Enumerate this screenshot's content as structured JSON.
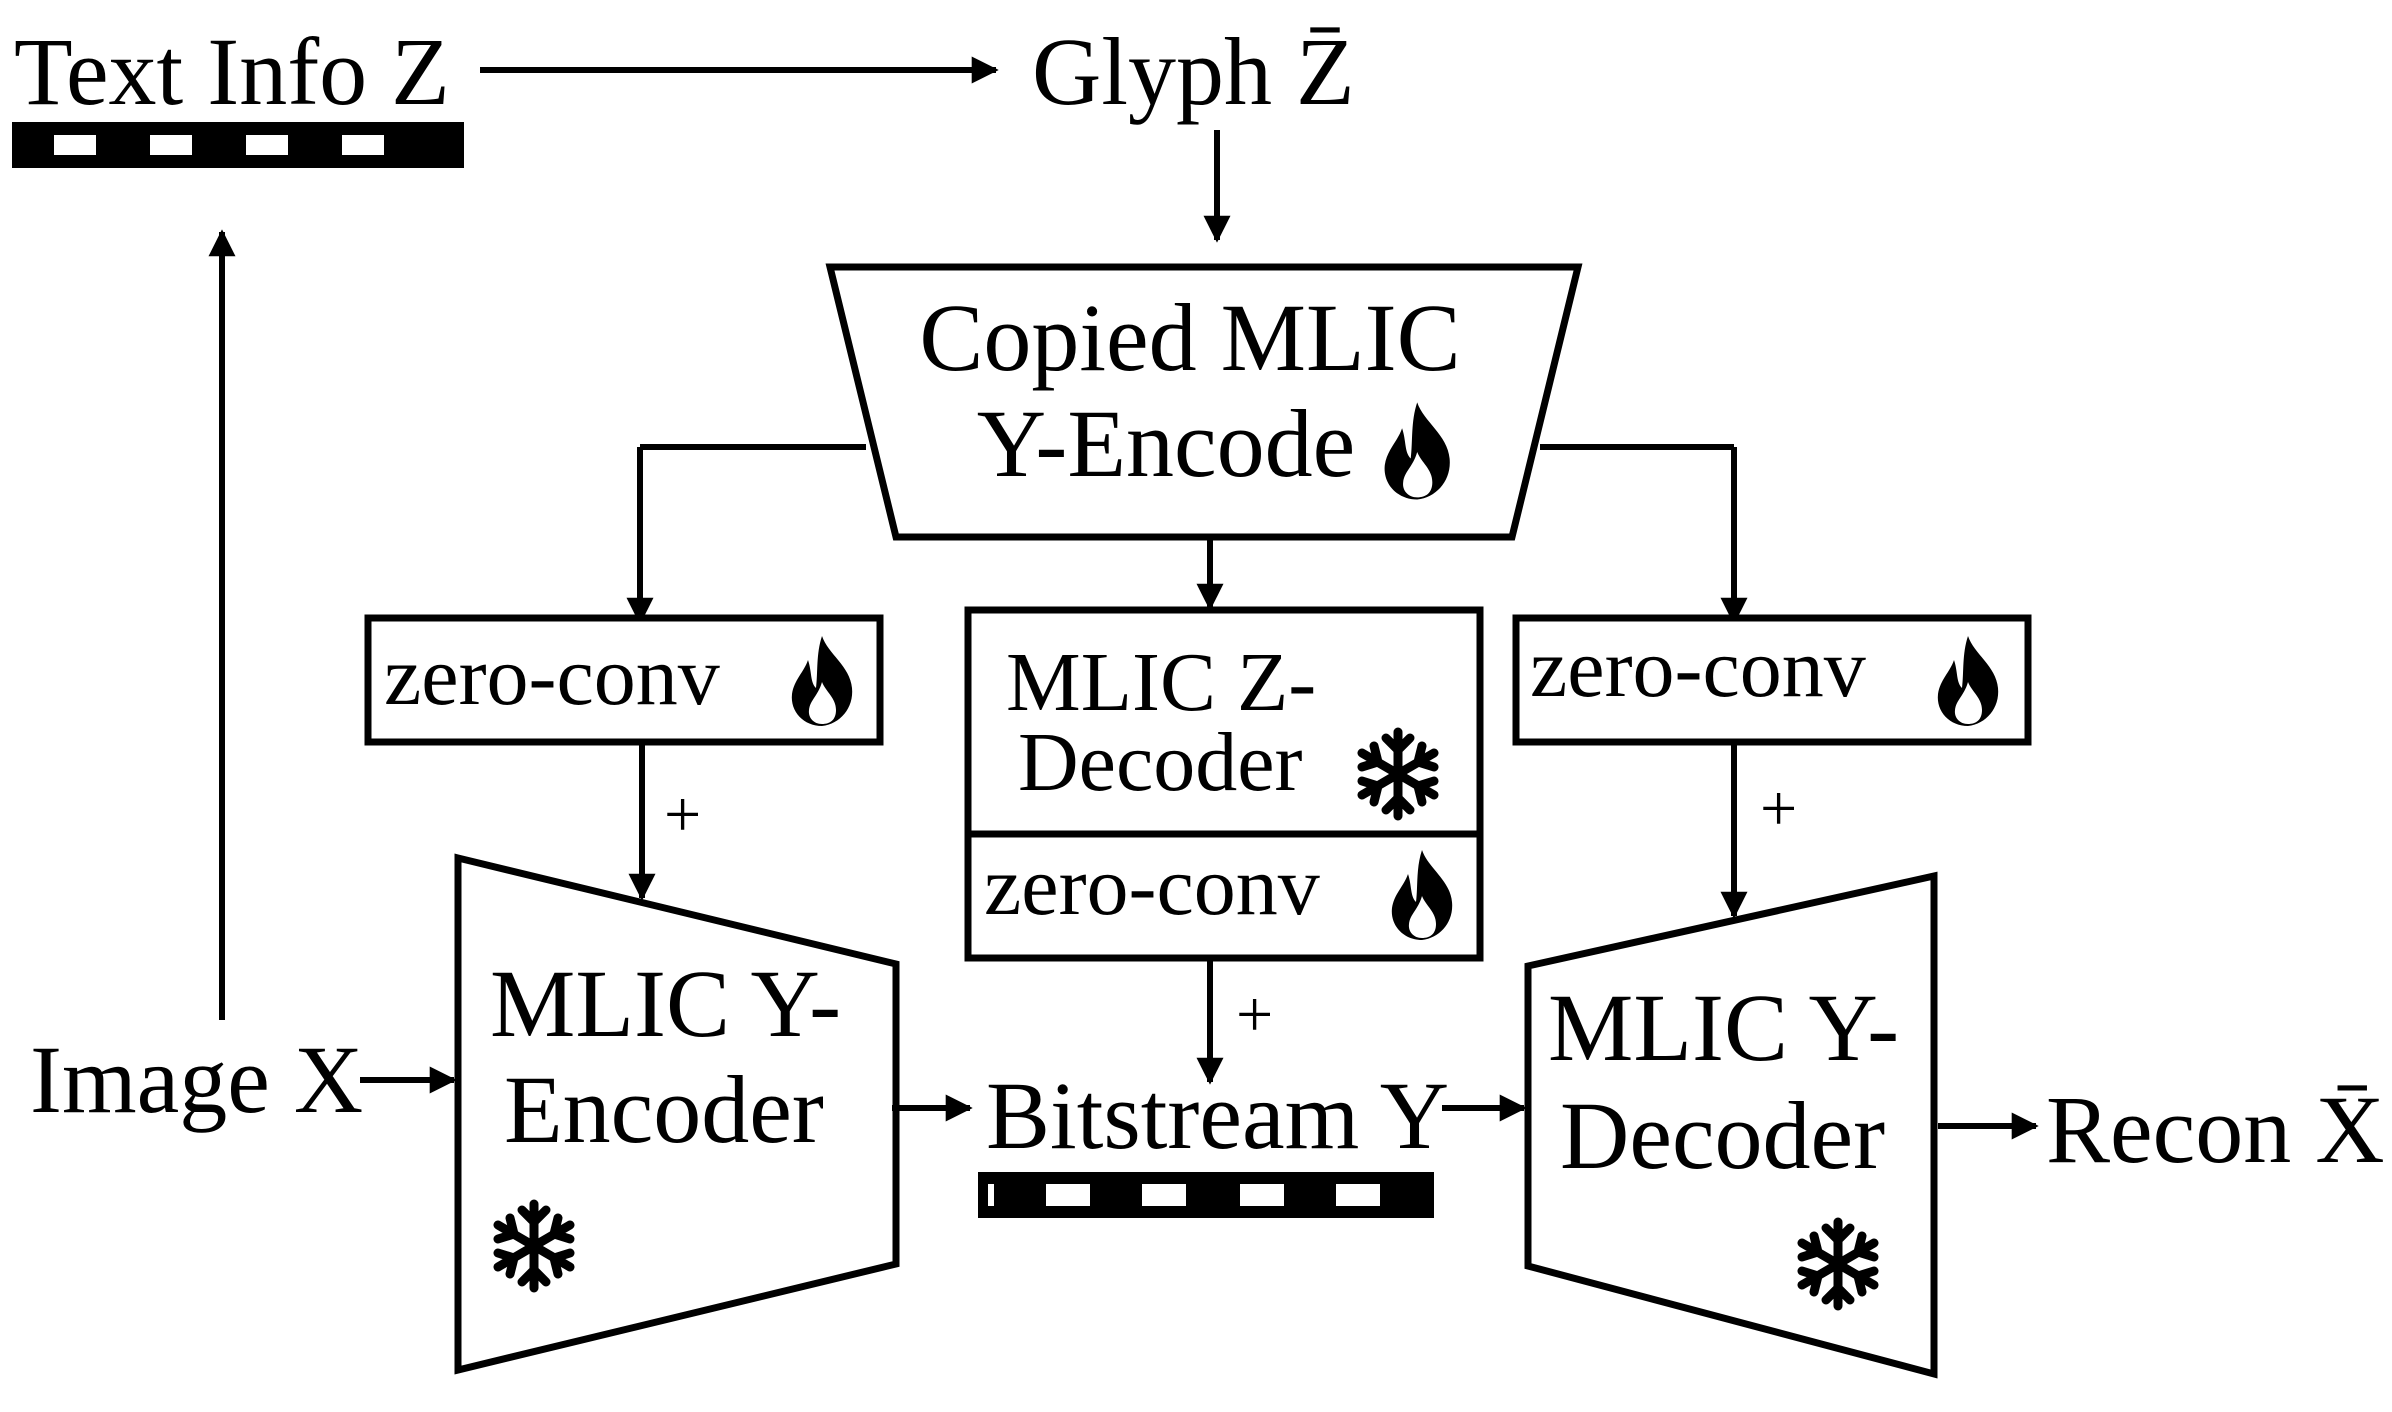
{
  "labels": {
    "text_info": "Text Info Z",
    "glyph": "Glyph Z̄",
    "copied_line1": "Copied MLIC",
    "copied_line2": "Y-Encode",
    "zero_conv": "zero-conv",
    "z_decoder_line1": "MLIC Z-",
    "z_decoder_line2": "Decoder",
    "y_encoder_line1": "MLIC Y-",
    "y_encoder_line2": "Encoder",
    "y_decoder_line1": "MLIC Y-",
    "y_decoder_line2": "Decoder",
    "image": "Image X",
    "bitstream": "Bitstream Y",
    "recon": "Recon X̄",
    "plus": "+"
  },
  "icons": {
    "trainable": "flame-icon",
    "frozen": "snowflake-icon"
  }
}
